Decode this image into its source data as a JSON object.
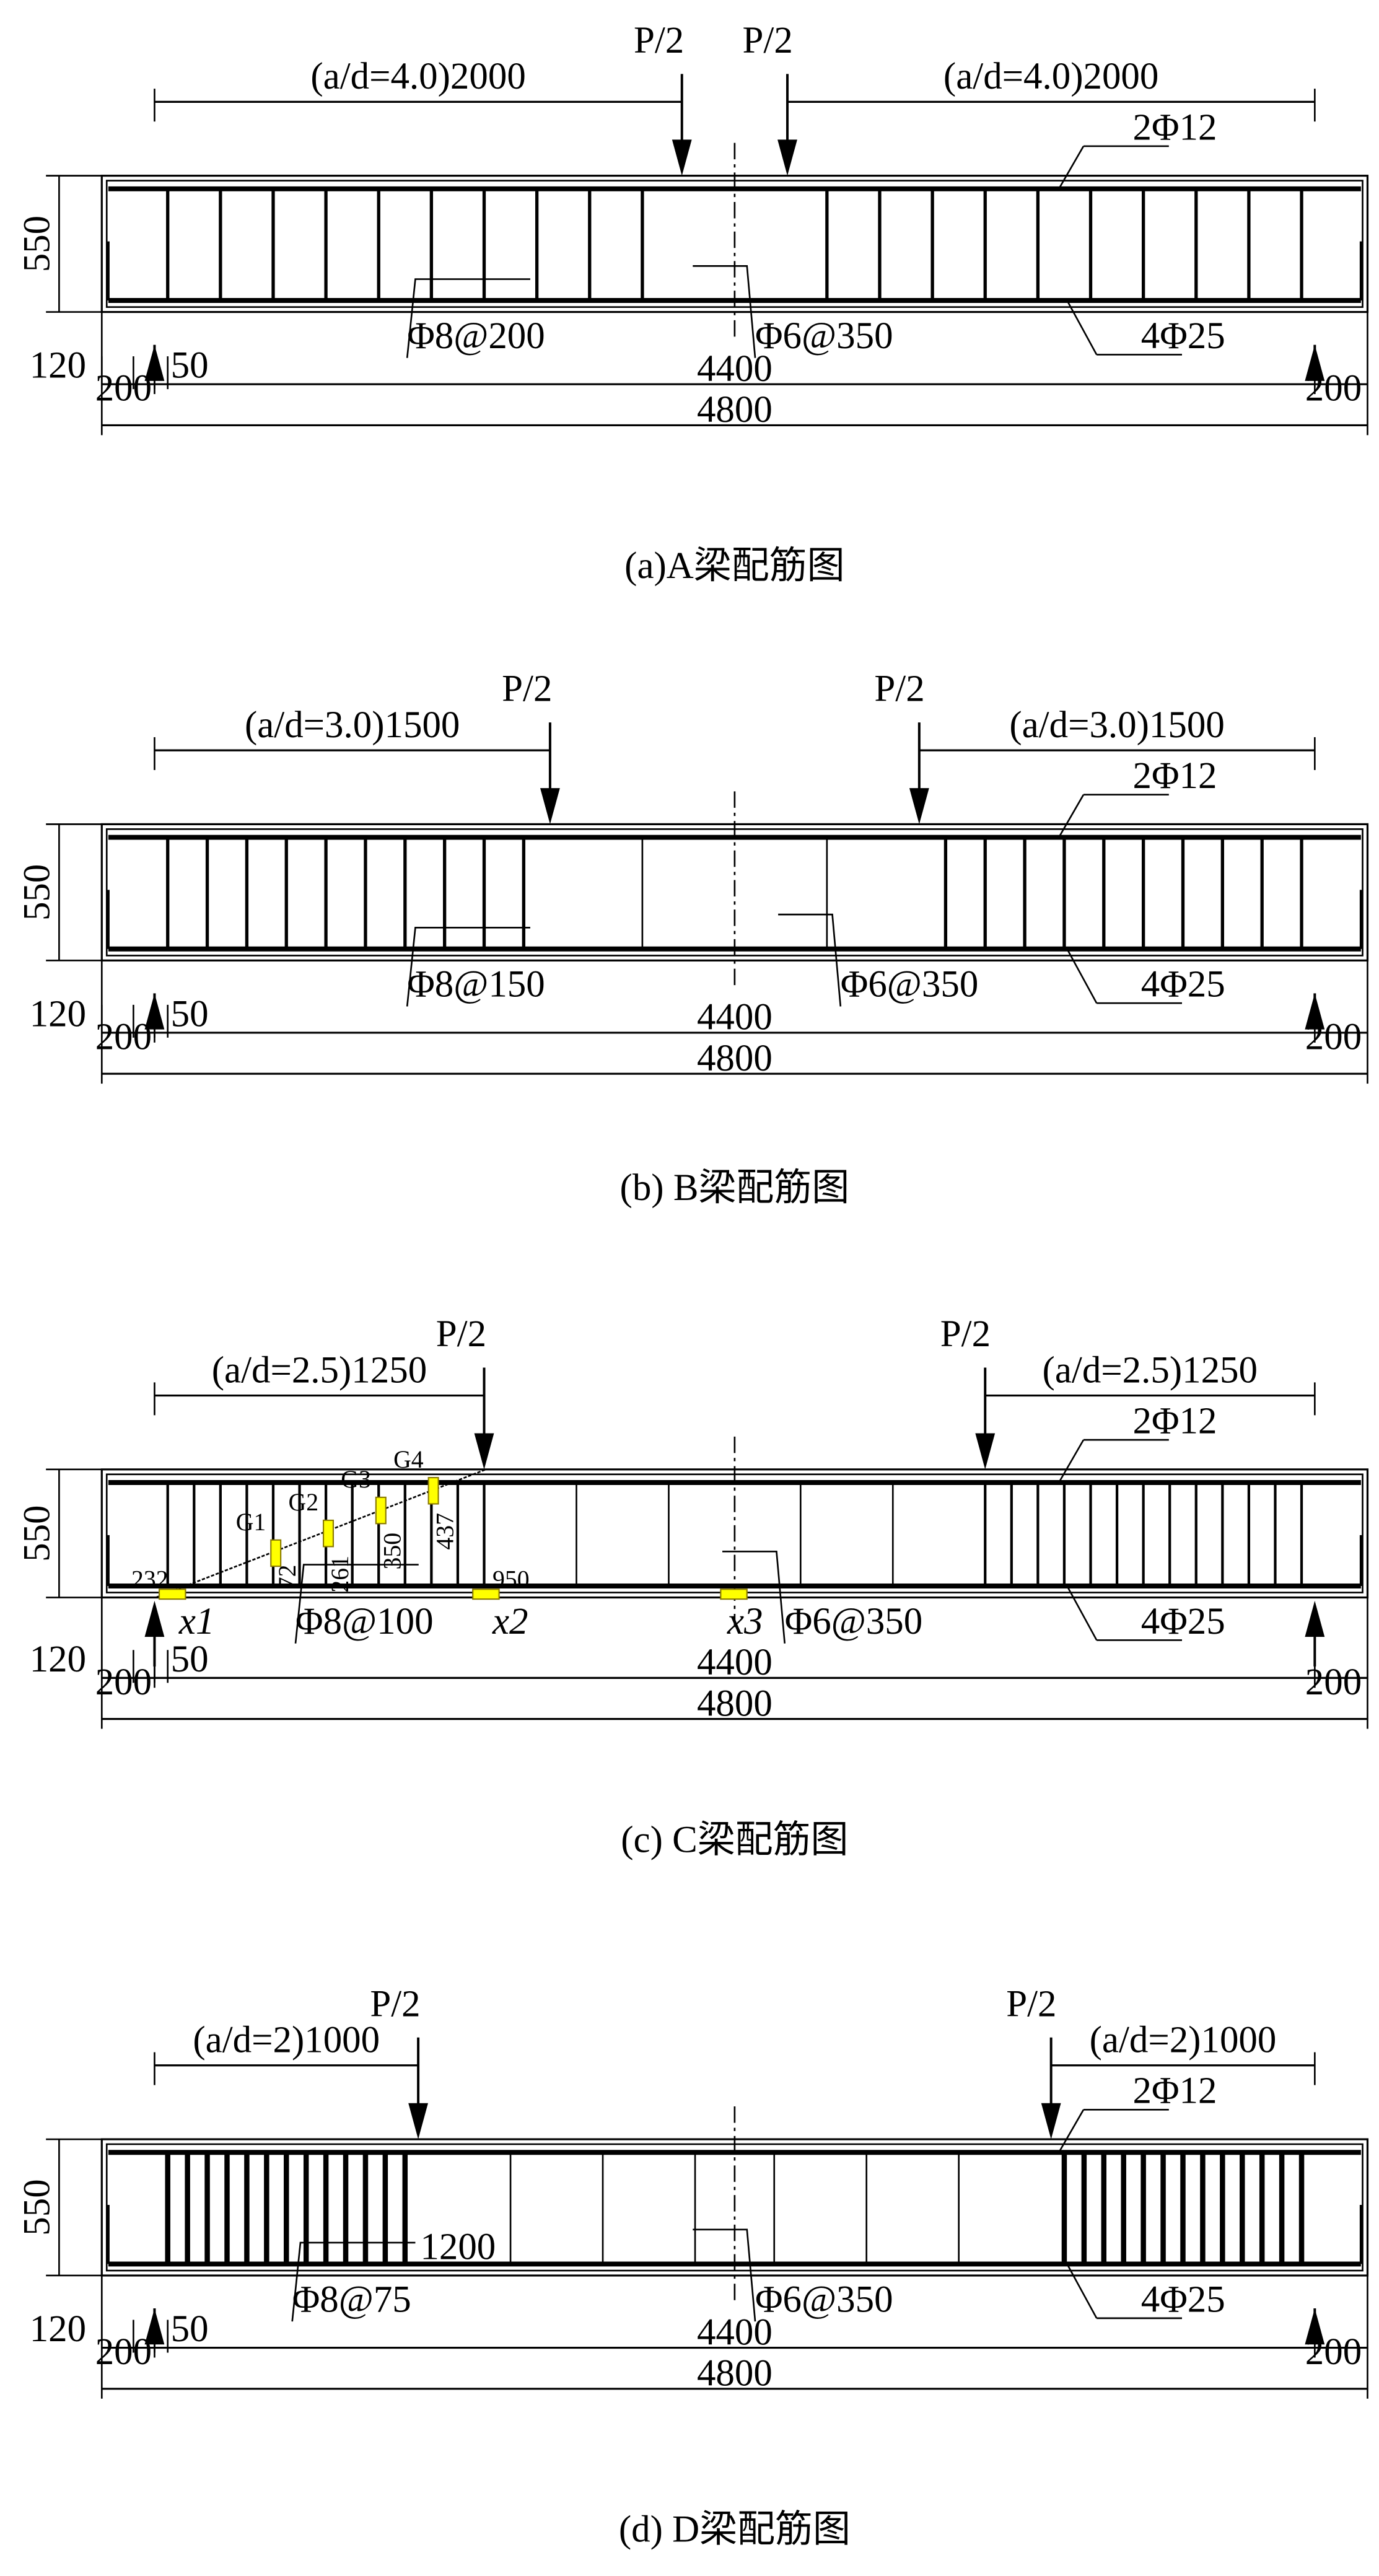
{
  "colors": {
    "line": "#000000",
    "gauge": "#ffff00",
    "gauge_border": "#8a7a00"
  },
  "panels": [
    {
      "caption": "(a)A梁配筋图",
      "a_mm": 2000,
      "shear_spacing_mm": 200,
      "mid_spacing_mm": 350,
      "left_span": "(a/d=4.0)2000",
      "right_span": "(a/d=4.0)2000",
      "load_left": "P/2",
      "load_right": "P/2",
      "top_bar": "2Φ12",
      "bottom_bar": "4Φ25",
      "stirrup_shear": "Φ8@200",
      "stirrup_mid": "Φ6@350",
      "height": "550",
      "dim_120": "120",
      "dim_50": "50",
      "support_left": "200",
      "span": "4400",
      "support_right": "200",
      "total": "4800"
    },
    {
      "caption": "(b) B梁配筋图",
      "a_mm": 1500,
      "shear_spacing_mm": 150,
      "mid_spacing_mm": 350,
      "left_span": "(a/d=3.0)1500",
      "right_span": "(a/d=3.0)1500",
      "load_left": "P/2",
      "load_right": "P/2",
      "top_bar": "2Φ12",
      "bottom_bar": "4Φ25",
      "stirrup_shear": "Φ8@150",
      "stirrup_mid": "Φ6@350",
      "height": "550",
      "dim_120": "120",
      "dim_50": "50",
      "support_left": "200",
      "span": "4400",
      "support_right": "200",
      "total": "4800"
    },
    {
      "caption": "(c) C梁配筋图",
      "a_mm": 1250,
      "shear_spacing_mm": 100,
      "mid_spacing_mm": 350,
      "left_span": "(a/d=2.5)1250",
      "right_span": "(a/d=2.5)1250",
      "load_left": "P/2",
      "load_right": "P/2",
      "top_bar": "2Φ12",
      "bottom_bar": "4Φ25",
      "stirrup_shear": "Φ8@100",
      "stirrup_mid": "Φ6@350",
      "height": "550",
      "dim_120": "120",
      "dim_50": "50",
      "support_left": "200",
      "span": "4400",
      "support_right": "200",
      "total": "4800",
      "gauges": [
        "G1",
        "G2",
        "G3",
        "G4"
      ],
      "gauge_heights": [
        "72",
        "261",
        "350",
        "437"
      ],
      "points": [
        "x1",
        "x2",
        "x3"
      ],
      "point_dims": [
        "232",
        "950"
      ]
    },
    {
      "caption": "(d) D梁配筋图",
      "a_mm": 1000,
      "shear_spacing_mm": 75,
      "mid_spacing_mm": 350,
      "left_span": "(a/d=2)1000",
      "right_span": "(a/d=2)1000",
      "load_left": "P/2",
      "load_right": "P/2",
      "top_bar": "2Φ12",
      "bottom_bar": "4Φ25",
      "stirrup_shear": "Φ8@75",
      "stirrup_mid": "Φ6@350",
      "stirrup_extent": "1200",
      "height": "550",
      "dim_120": "120",
      "dim_50": "50",
      "support_left": "200",
      "span": "4400",
      "support_right": "200",
      "total": "4800"
    }
  ]
}
